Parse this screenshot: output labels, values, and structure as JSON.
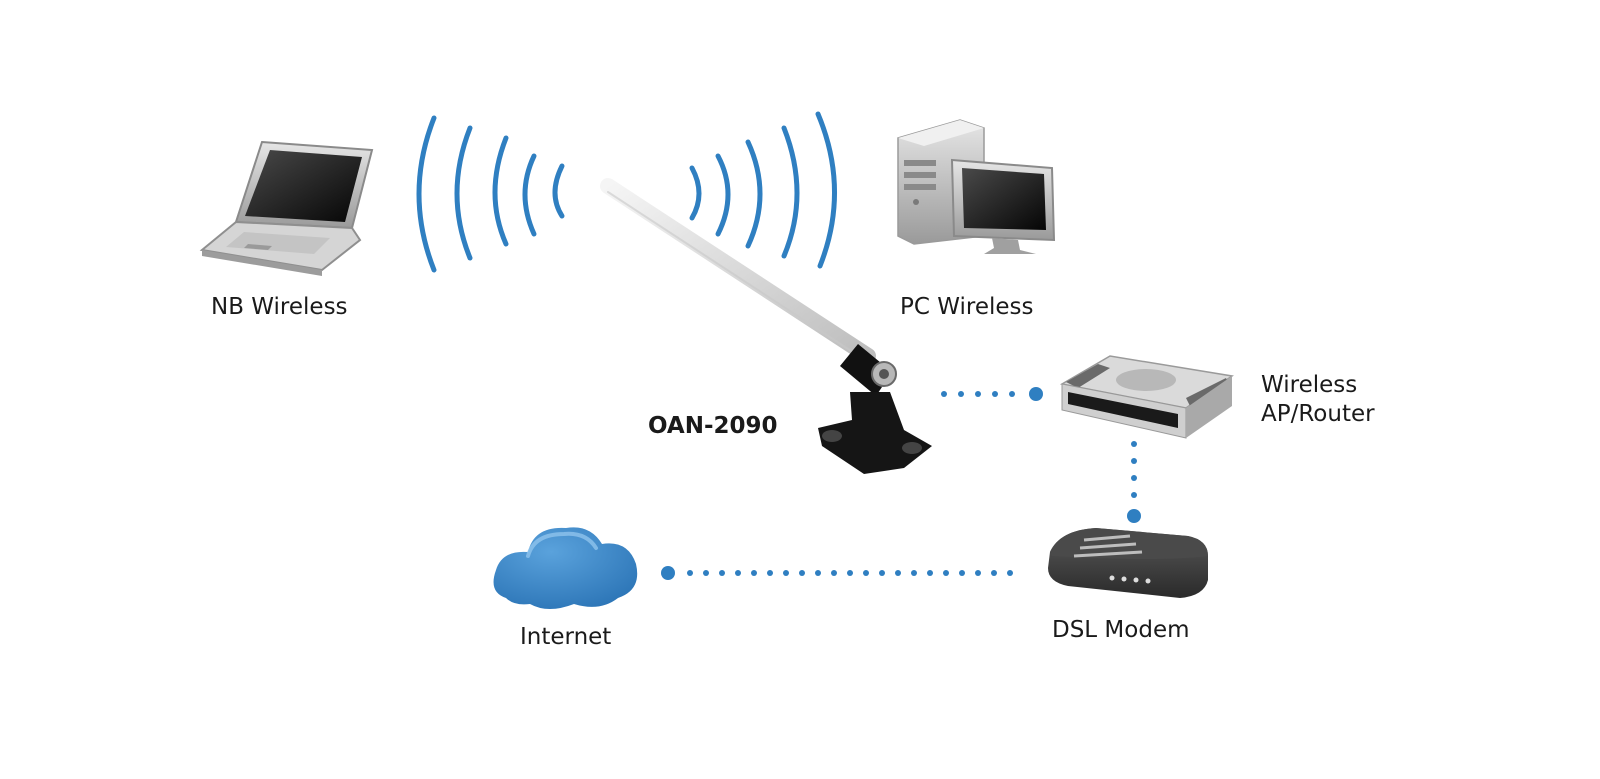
{
  "labels": {
    "nb_wireless": "NB Wireless",
    "pc_wireless": "PC Wireless",
    "antenna_model": "OAN-2090",
    "router_line1": "Wireless",
    "router_line2": "AP/Router",
    "internet": "Internet",
    "dsl_modem": "DSL Modem"
  },
  "colors": {
    "signal": "#2f7fc1",
    "link": "#2f7fc1",
    "cloud": "#3a86c8",
    "text": "#1a1a1a"
  },
  "icons": [
    "laptop-icon",
    "desktop-computer-icon",
    "antenna-icon",
    "router-icon",
    "dsl-modem-icon",
    "cloud-icon",
    "wireless-signal-icon"
  ]
}
